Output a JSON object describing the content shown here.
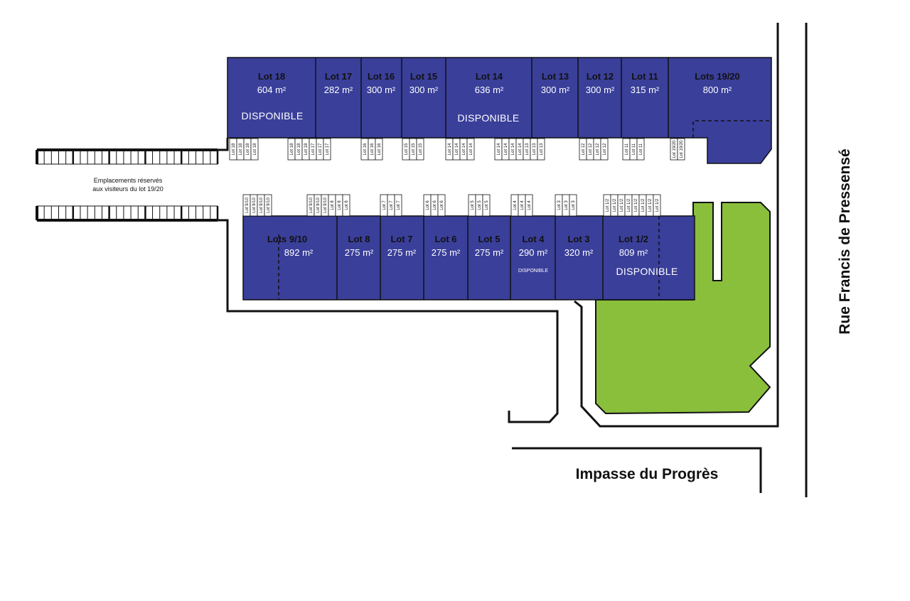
{
  "lots_top": [
    {
      "name": "Lot 18",
      "area": "604 m²",
      "status": "DISPONIBLE"
    },
    {
      "name": "Lot 17",
      "area": "282 m²",
      "status": ""
    },
    {
      "name": "Lot 16",
      "area": "300 m²",
      "status": ""
    },
    {
      "name": "Lot 15",
      "area": "300 m²",
      "status": ""
    },
    {
      "name": "Lot 14",
      "area": "636 m²",
      "status": "DISPONIBLE"
    },
    {
      "name": "Lot 13",
      "area": "300 m²",
      "status": ""
    },
    {
      "name": "Lot 12",
      "area": "300 m²",
      "status": ""
    },
    {
      "name": "Lot 11",
      "area": "315 m²",
      "status": ""
    },
    {
      "name": "Lots 19/20",
      "area": "800 m²",
      "status": ""
    }
  ],
  "lots_bottom": [
    {
      "name": "Lots 9/10",
      "area": "892 m²",
      "status": ""
    },
    {
      "name": "Lot 8",
      "area": "275 m²",
      "status": ""
    },
    {
      "name": "Lot 7",
      "area": "275 m²",
      "status": ""
    },
    {
      "name": "Lot 6",
      "area": "275 m²",
      "status": ""
    },
    {
      "name": "Lot 5",
      "area": "275 m²",
      "status": ""
    },
    {
      "name": "Lot 4",
      "area": "290 m²",
      "status": "DISPONIBLE"
    },
    {
      "name": "Lot 3",
      "area": "320 m²",
      "status": ""
    },
    {
      "name": "Lot 1/2",
      "area": "809 m²",
      "status": "DISPONIBLE"
    }
  ],
  "parking_top": [
    "Lot 18",
    "Lot 18",
    "Lot 18",
    "Lot 18",
    "Lot 18",
    "Lot 18",
    "Lot 18",
    "Lot 17",
    "Lot 17",
    "Lot 17",
    "Lot 16",
    "Lot 16",
    "Lot 16",
    "Lot 15",
    "Lot 15",
    "Lot 15",
    "Lot 14",
    "Lot 14",
    "Lot 14",
    "Lot 14",
    "Lot 14",
    "Lot 14",
    "Lot 14",
    "Lot 14",
    "Lot 13",
    "Lot 13",
    "Lot 13",
    "Lot 12",
    "Lot 12",
    "Lot 12",
    "Lot 12",
    "Lot 11",
    "Lot 11",
    "Lot 11",
    "Lot 19/20",
    "Lot 19/20"
  ],
  "parking_bottom": [
    "Lot 9/10",
    "Lot 9/10",
    "Lot 9/10",
    "Lot 9/10",
    "Lot 9/10",
    "Lot 9/10",
    "Lot 9/10",
    "Lot 8",
    "Lot 8",
    "Lot 8",
    "Lot 7",
    "Lot 7",
    "Lot 7",
    "Lot 6",
    "Lot 6",
    "Lot 6",
    "Lot 5",
    "Lot 5",
    "Lot 5",
    "Lot 4",
    "Lot 4",
    "Lot 4",
    "Lot 3",
    "Lot 3",
    "Lot 3",
    "Lot 1/2",
    "Lot 1/2",
    "Lot 1/2",
    "Lot 1/2",
    "Lot 1/2",
    "Lot 1/2",
    "Lot 1/2",
    "Lot 1/2"
  ],
  "visitor_note": [
    "Emplacements réservés",
    "aux visiteurs du lot 19/20"
  ],
  "streets": {
    "east": "Rue Francis de Pressensé",
    "south": "Impasse du Progrès"
  },
  "colors": {
    "lot_fill": "#3a3f9a",
    "green_space": "#8abf3c",
    "outline": "#111111"
  }
}
